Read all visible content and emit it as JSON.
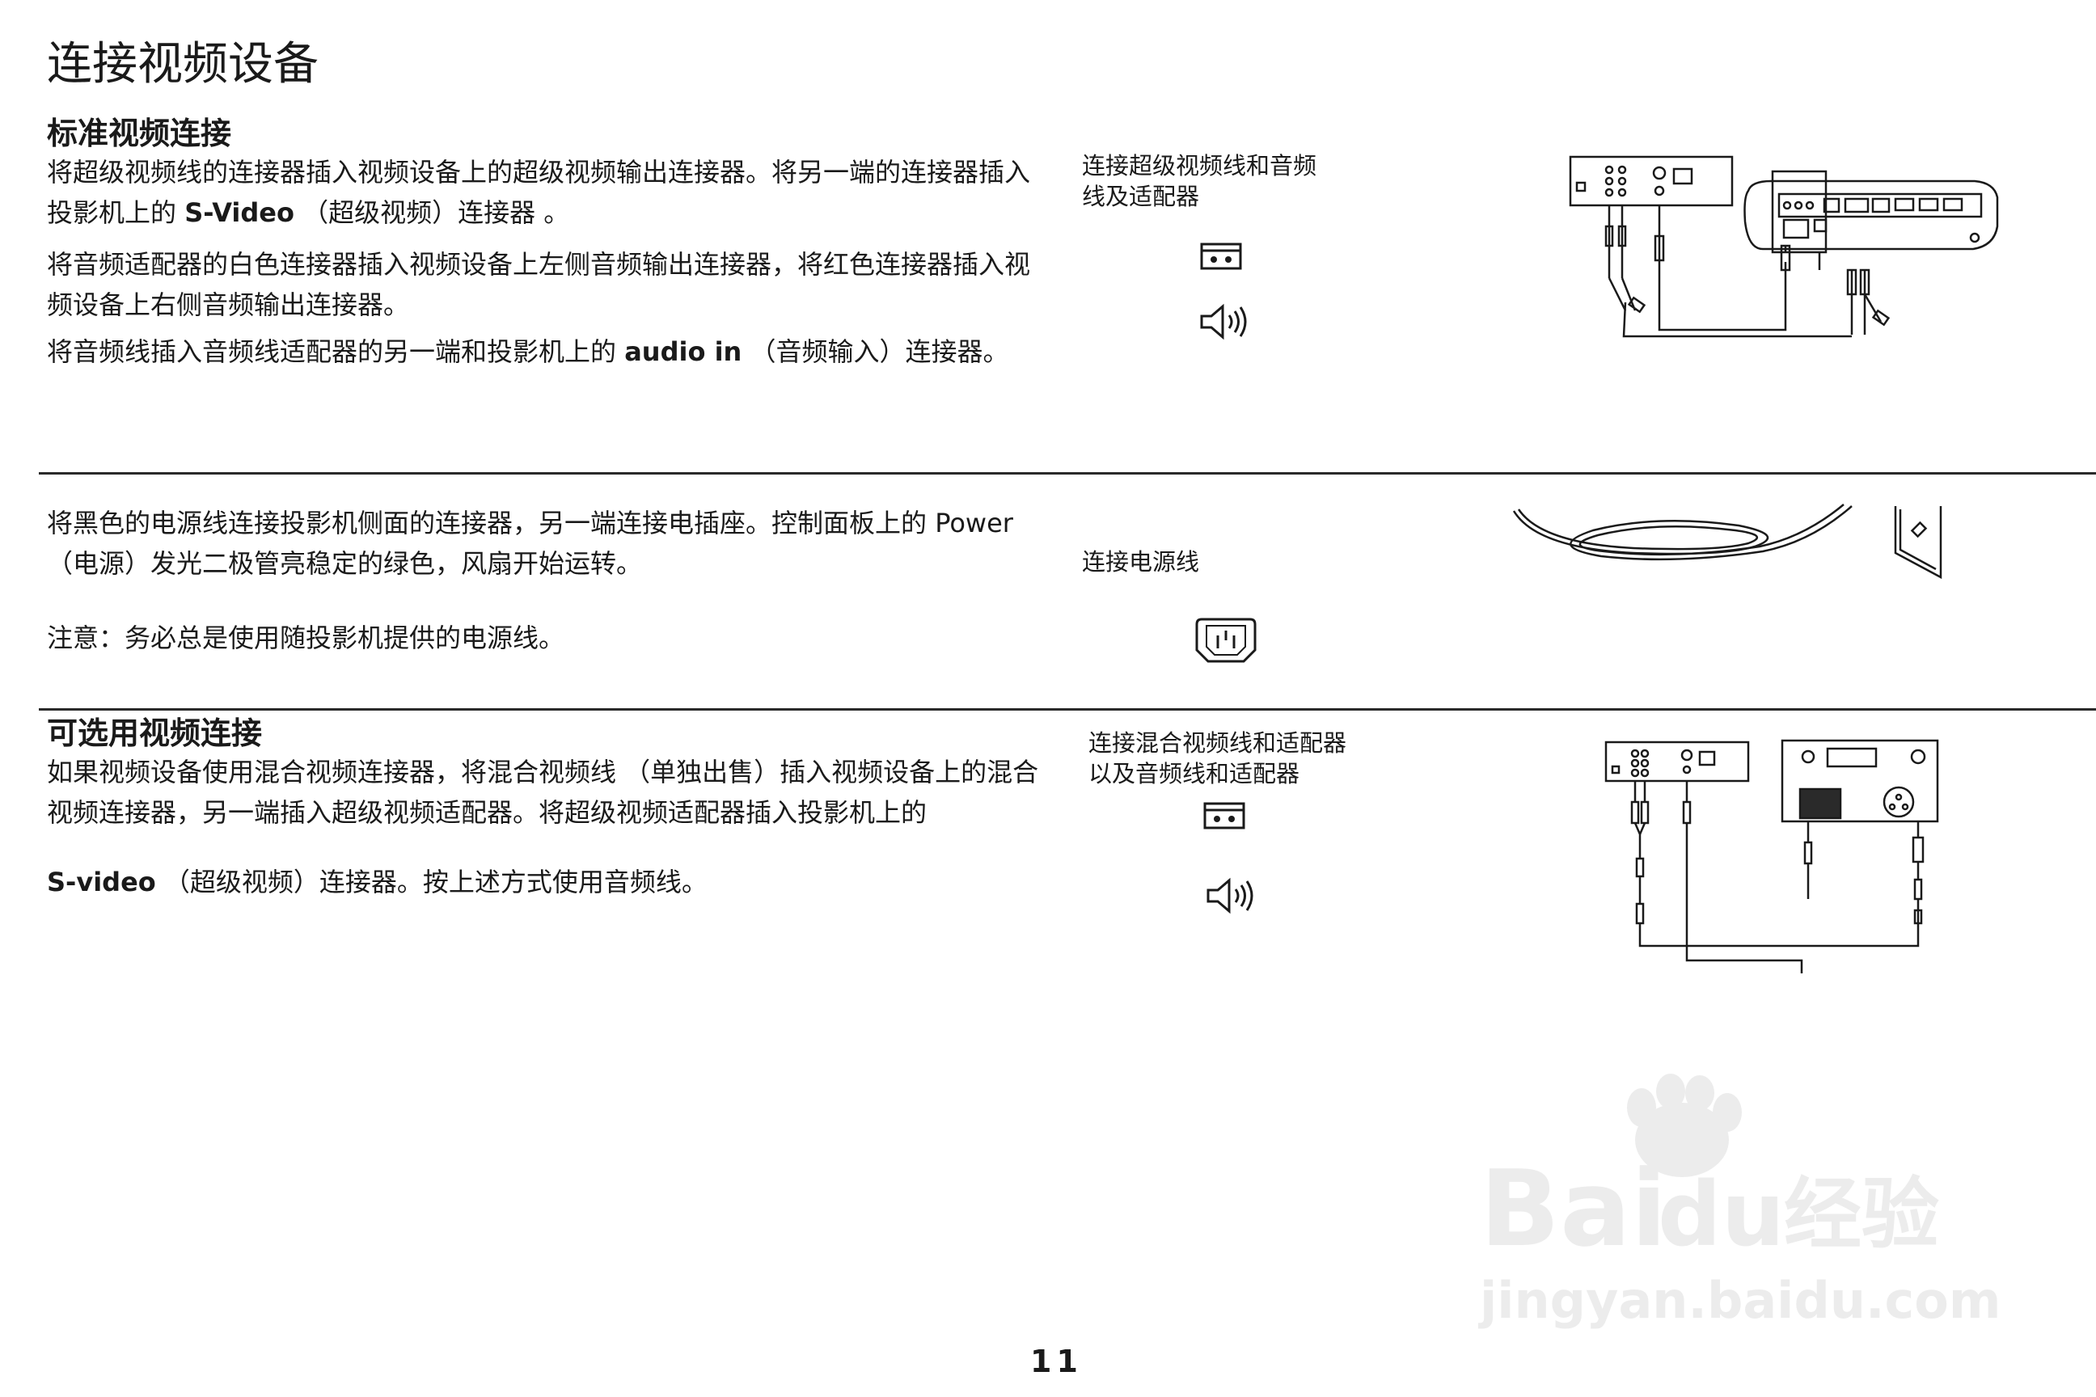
{
  "page": {
    "title": "连接视频设备",
    "page_number": "11"
  },
  "section1": {
    "heading": "标准视频连接",
    "p1_a": "将超级视频线的连接器插入视频设备上的超级视频输出连接器。将另一端的连接器插入投影机上的 ",
    "p1_bold": "S-Video",
    "p1_b": " （超级视频）连接器 。",
    "p2": "将音频适配器的白色连接器插入视频设备上左侧音频输出连接器，将红色连接器插入视频设备上右侧音频输出连接器。",
    "p3_a": "将音频线插入音频线适配器的另一端和投影机上的 ",
    "p3_bold": "audio in",
    "p3_b": " （音频输入）连接器。",
    "caption": "连接超级视频线和音频线及适配器",
    "icon1": "s-video-connector-icon",
    "icon2": "speaker-icon"
  },
  "section2": {
    "p1_a": "将黑色的电源线连接投影机侧面的连接器，另一端连接电插座。控制面板上的 ",
    "p1_latin": "Power",
    "p1_b": " （电源）发光二极管亮稳定的绿色，风扇开始运转。",
    "note": "注意：务必总是使用随投影机提供的电源线。",
    "caption": "连接电源线",
    "icon": "power-inlet-icon"
  },
  "section3": {
    "heading": "可选用视频连接",
    "p1": "如果视频设备使用混合视频连接器，将混合视频线 （单独出售）插入视频设备上的混合视频连接器，另一端插入超级视频适配器。将超级视频适配器插入投影机上的",
    "p2_bold": "S-video",
    "p2_b": " （超级视频）连接器。按上述方式使用音频线。",
    "caption_line1": "连接混合视频线和适配器",
    "caption_line2": "以及音频线和适配器",
    "icon1": "s-video-connector-icon",
    "icon2": "speaker-icon"
  },
  "watermark": {
    "brand": "Bai",
    "brand2": "du",
    "cn": "经验",
    "url": "jingyan.baidu.com"
  }
}
